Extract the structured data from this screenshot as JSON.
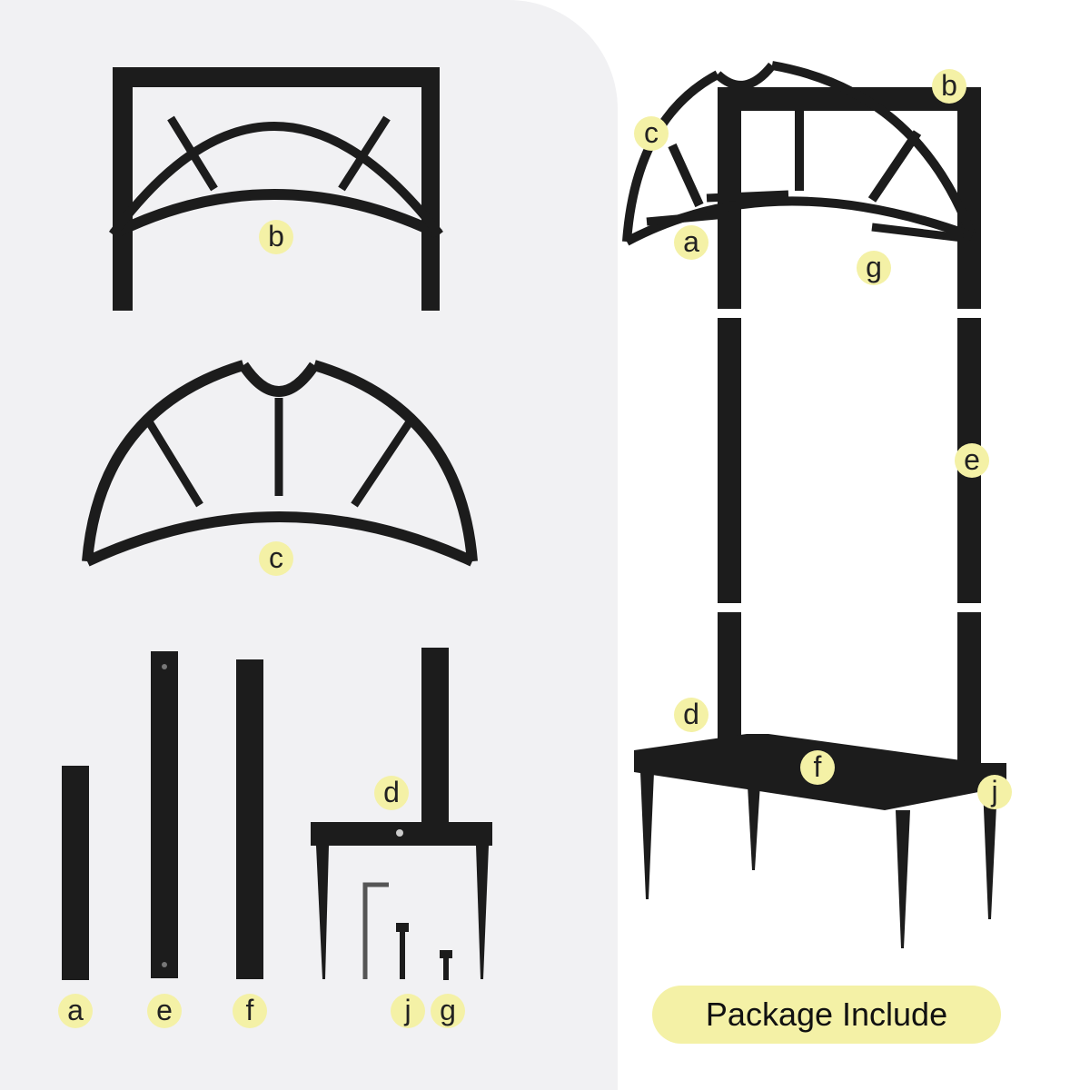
{
  "colors": {
    "accent": "#f4f1a6",
    "metal": "#1c1c1c",
    "panel": "#f1f1f3"
  },
  "parts": {
    "b": "b",
    "c": "c",
    "a": "a",
    "e": "e",
    "f": "f",
    "d": "d",
    "j": "j",
    "g": "g"
  },
  "assembled": {
    "b": "b",
    "c": "c",
    "a": "a",
    "g": "g",
    "e": "e",
    "d": "d",
    "f": "f",
    "j": "j"
  },
  "banner": {
    "label": "Package Include"
  }
}
